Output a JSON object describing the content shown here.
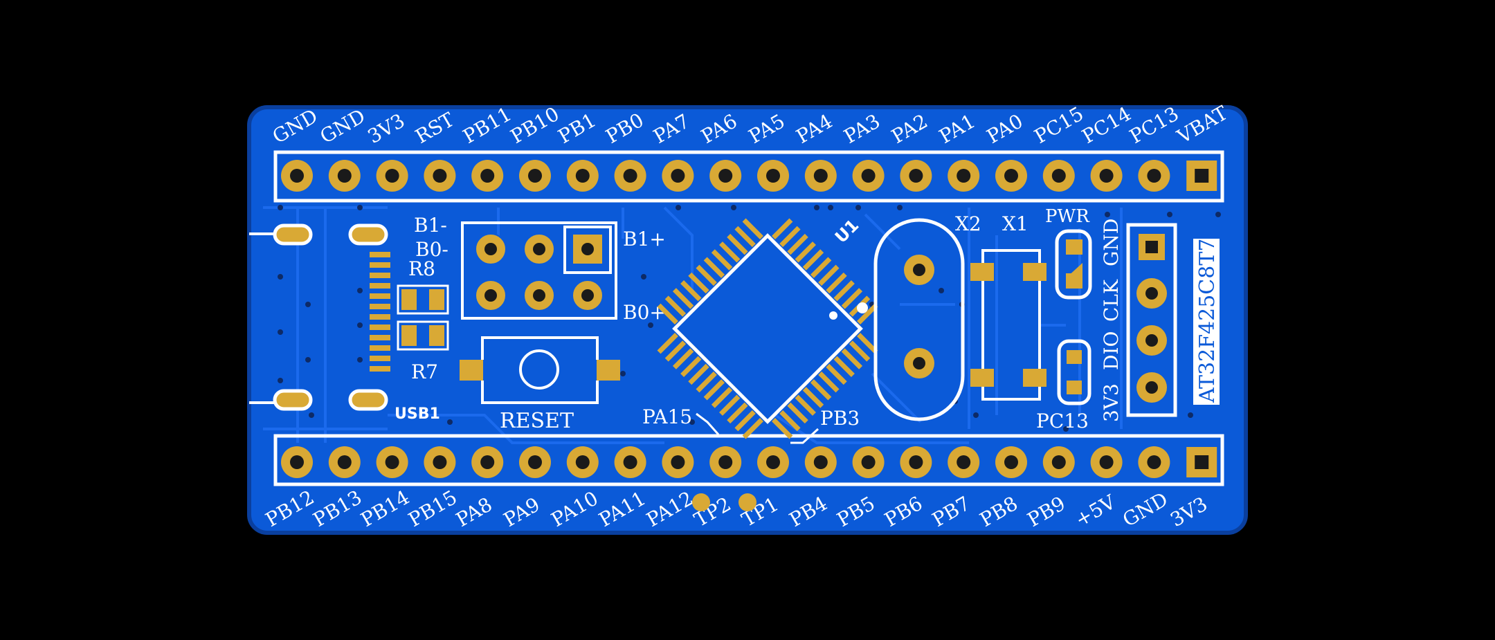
{
  "colors": {
    "background": "#000000",
    "board": "#0b5ad8",
    "board_edge": "#0a3f9e",
    "trace": "#1a66e6",
    "silkscreen": "#ffffff",
    "pad": "#d9a935",
    "pad_hole": "#1a1a1a"
  },
  "top_header": {
    "labels": [
      "GND",
      "GND",
      "3V3",
      "RST",
      "PB11",
      "PB10",
      "PB1",
      "PB0",
      "PA7",
      "PA6",
      "PA5",
      "PA4",
      "PA3",
      "PA2",
      "PA1",
      "PA0",
      "PC15",
      "PC14",
      "PC13",
      "VBAT"
    ]
  },
  "bottom_header": {
    "labels": [
      "PB12",
      "PB13",
      "PB14",
      "PB15",
      "PA8",
      "PA9",
      "PA10",
      "PA11",
      "PA12",
      "TP2",
      "TP1",
      "PB4",
      "PB5",
      "PB6",
      "PB7",
      "PB8",
      "PB9",
      "+5V",
      "GND",
      "3V3"
    ]
  },
  "boot_jumper": {
    "labels": {
      "b1_minus": "B1-",
      "b0_minus": "B0-",
      "b1_plus": "B1+",
      "b0_plus": "B0+"
    }
  },
  "usb": {
    "label": "USB1"
  },
  "resistors": {
    "r8": "R8",
    "r7": "R7"
  },
  "reset_button": {
    "label": "RESET"
  },
  "mcu": {
    "label": "U1"
  },
  "crystal": {
    "label_x2": "X2",
    "label_x1": "X1"
  },
  "power_led": {
    "label": "PWR"
  },
  "pc13_led": {
    "label": "PC13"
  },
  "swd_header": {
    "labels": [
      "GND",
      "CLK",
      "DIO",
      "3V3"
    ]
  },
  "chip_name": "AT32F425C8T7",
  "test_pads": {
    "pa15": "PA15",
    "pb3": "PB3"
  }
}
